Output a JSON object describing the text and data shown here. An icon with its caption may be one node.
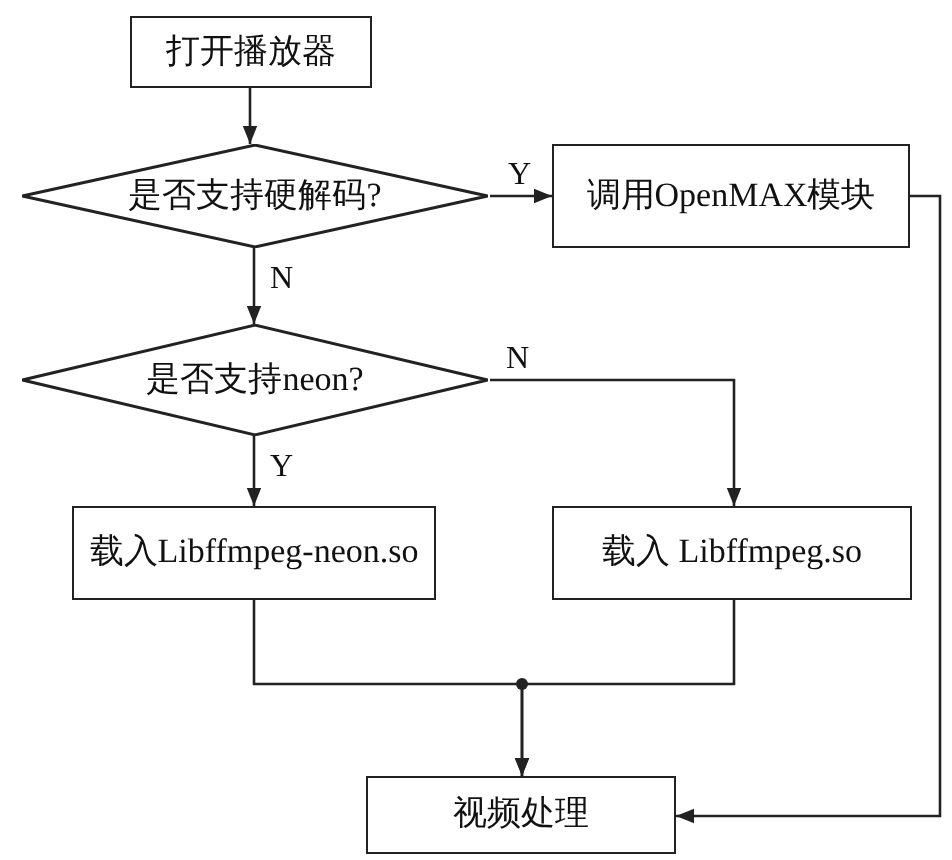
{
  "diagram": {
    "nodes": [
      {
        "text": [
          "打开播放器"
        ]
      },
      {
        "text": [
          "是否支持硬解码?"
        ]
      },
      {
        "text": [
          "调用OpenMAX模块"
        ]
      },
      {
        "text": [
          "是否支持neon?"
        ]
      },
      {
        "text": [
          "载入Libffmpeg-neon.so"
        ]
      },
      {
        "text": [
          "载入 Libffmpeg.so"
        ]
      },
      {
        "text": [
          "视频处理"
        ]
      }
    ],
    "edges": [
      {
        "from": 0,
        "to": 1,
        "arrow": "to"
      },
      {
        "from": 1,
        "to": 2,
        "arrow": "to",
        "label": "Y"
      },
      {
        "from": 1,
        "to": 3,
        "arrow": "to",
        "label": "N"
      },
      {
        "from": 3,
        "to": 4,
        "arrow": "to",
        "label": "Y"
      },
      {
        "from": 3,
        "to": 5,
        "arrow": "to",
        "label": "N"
      },
      {
        "from": 4,
        "to": 6,
        "arrow": "to"
      },
      {
        "from": 5,
        "to": 6,
        "arrow": "to"
      },
      {
        "from": 2,
        "to": 6,
        "arrow": "to"
      }
    ]
  }
}
